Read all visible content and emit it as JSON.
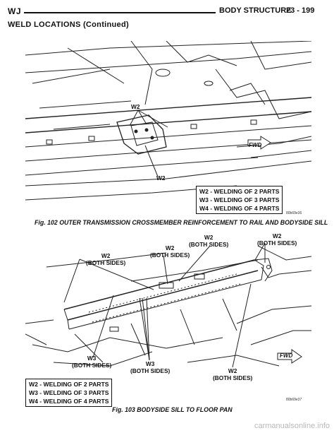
{
  "header": {
    "left": "WJ",
    "title": "BODY STRUCTURE",
    "page": "23 - 199"
  },
  "section_title": "WELD LOCATIONS (Continued)",
  "figure1": {
    "callouts": {
      "w2_top": "W2",
      "w2_bottom": "W2"
    },
    "fwd": "FWD",
    "legend": [
      "W2 - WELDING OF 2 PARTS",
      "W3 - WELDING OF 3 PARTS",
      "W4 - WELDING OF 4 PARTS"
    ],
    "image_code": "80b69e36",
    "caption": "Fig. 102 OUTER TRANSMISSION CROSSMEMBER REINFORCEMENT TO RAIL AND BODYSIDE SILL"
  },
  "figure2": {
    "callouts": {
      "w2_left": [
        "W2",
        "(BOTH SIDES)"
      ],
      "w2_mid": [
        "W2",
        "(BOTH SIDES)"
      ],
      "w2_center_top": [
        "W2",
        "(BOTH SIDES)"
      ],
      "w2_right_top": [
        "W2",
        "(BOTH SIDES)"
      ],
      "w3_left": [
        "W3",
        "(BOTH SIDES)"
      ],
      "w3_mid": [
        "W3",
        "(BOTH SIDES)"
      ],
      "w2_bottom_right": [
        "W2",
        "(BOTH SIDES)"
      ]
    },
    "fwd": "FWD",
    "legend": [
      "W2 - WELDING OF 2 PARTS",
      "W3 - WELDING OF 3 PARTS",
      "W4 - WELDING OF 4 PARTS"
    ],
    "image_code": "80b69e37",
    "caption": "Fig. 103 BODYSIDE SILL TO FLOOR PAN"
  },
  "watermark": "carmanualsonline.info"
}
